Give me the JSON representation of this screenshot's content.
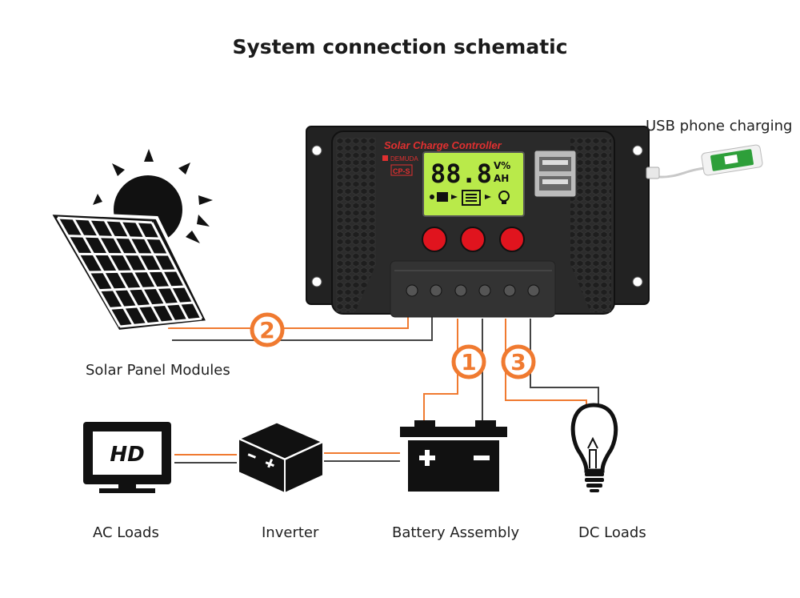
{
  "title": "System connection schematic",
  "controller": {
    "title_text": "Solar Charge Controller",
    "brand_text": "DEMUDA",
    "model_text": "CP-S",
    "lcd_digits": "88.8",
    "lcd_unit_top": "V%",
    "lcd_unit_bottom": "AH"
  },
  "labels": {
    "usb": "USB phone charging",
    "solar": "Solar Panel Modules",
    "ac_loads": "AC Loads",
    "inverter": "Inverter",
    "battery": "Battery Assembly",
    "dc_loads": "DC Loads"
  },
  "badges": {
    "one": "1",
    "two": "2",
    "three": "3"
  },
  "icon_text": {
    "hd": "HD"
  },
  "colors": {
    "accent": "#f07a30",
    "wire_dark": "#444444",
    "lcd": "#b9ea4a",
    "button": "#e0141e"
  }
}
